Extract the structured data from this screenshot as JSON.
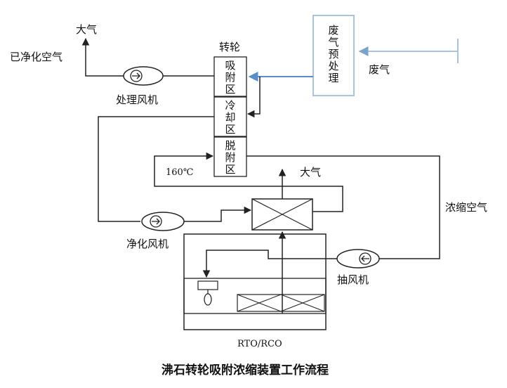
{
  "diagram": {
    "title": "沸石转轮吸附浓缩装置工作流程",
    "labels": {
      "atmosphere_top": "大气",
      "purified_air": "已净化空气",
      "rotor": "转轮",
      "process_fan": "处理风机",
      "adsorption_zone": "吸附区",
      "cooling_zone": "冷却区",
      "desorption_zone": "脱附区",
      "pretreatment": "废气预处理",
      "waste_gas": "废气",
      "temperature": "160℃",
      "atmosphere_mid": "大气",
      "concentrated_air": "浓缩空气",
      "clean_fan": "净化风机",
      "exhaust_fan": "抽风机",
      "oxidizer": "RTO/RCO"
    },
    "colors": {
      "waste_gas_line": "#a9c3dd",
      "waste_gas_arrow": "#7fa3c8",
      "adsorption_to_rotor": "#5b8ec9",
      "pretreatment_border": "#a9c3dd",
      "lines": "#222222"
    }
  }
}
